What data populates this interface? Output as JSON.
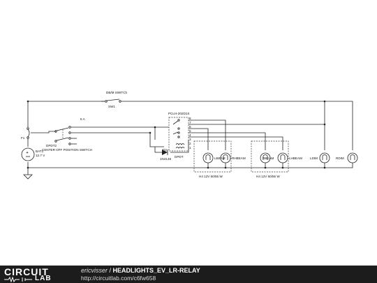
{
  "schematic": {
    "dbeam_switch_label": "DB/M SWITCh",
    "sw1_label": "SW1",
    "relay_label": "PCLH-202D1S",
    "fuse_rating": "5 A",
    "fuse_ref": "F1",
    "battery_ref": "BAT1",
    "battery_voltage": "12.7 V",
    "dpdt2_label": "DPDT2",
    "dpdt2_desc": "CENTER OFF POSITION SWITCH",
    "diode_ref": "D2",
    "diode_part": "1N4148",
    "dpdt_label": "DPDT",
    "pin_numbers": [
      "8",
      "7",
      "6",
      "5",
      "4",
      "3",
      "2",
      "1"
    ],
    "lamps": {
      "lbeam": "LBEAM",
      "rhbeam": "RHBEAM",
      "rbeam": "RBEAM",
      "lhbeam": "LHBEAM",
      "ldim": "LDIM",
      "rdim": "RDIM"
    },
    "h4_left": "H4 12V 60/55 W",
    "h4_right": "H4 12V 60/55 W"
  },
  "footer": {
    "logo_top": "CIRCUIT",
    "logo_bottom": "LAB",
    "author": "ericvisser",
    "separator": " / ",
    "title": "HEADLIGHTS_EV_LR-RELAY",
    "url": "http://circuitlab.com/c6fw658"
  },
  "colors": {
    "footer_bg": "#1c1c1c",
    "wire": "#222222"
  }
}
